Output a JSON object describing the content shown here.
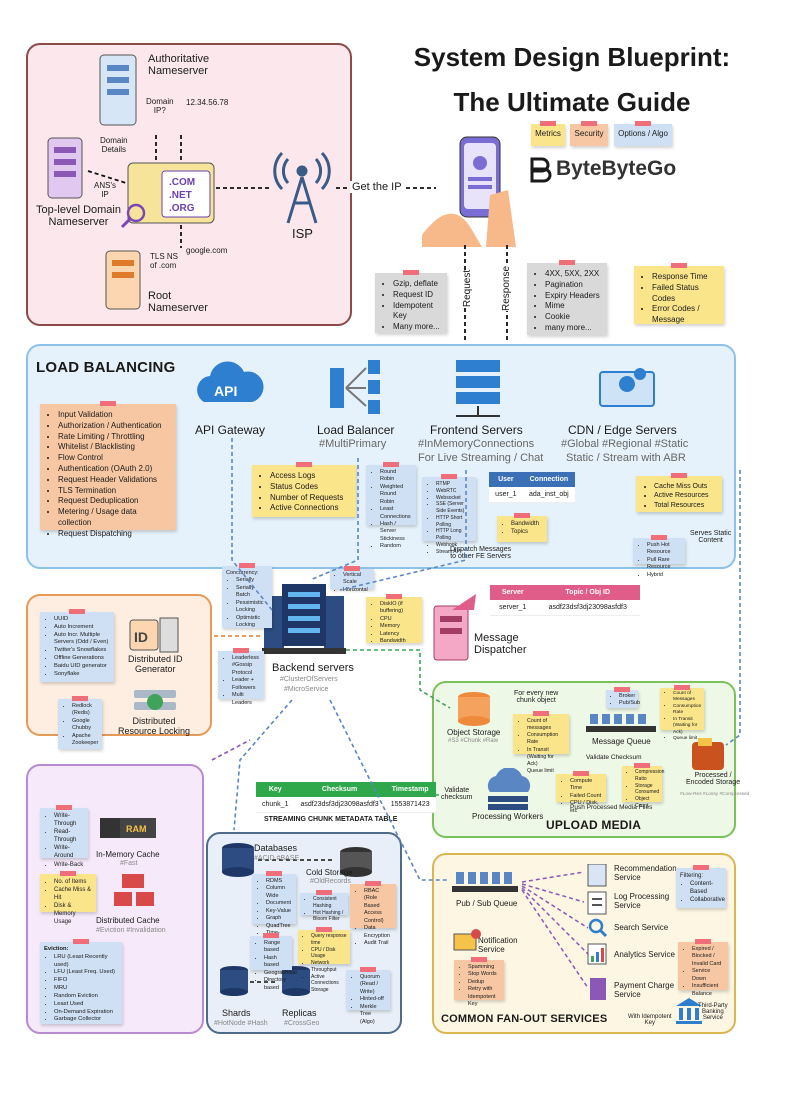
{
  "title": {
    "line1": "System Design Blueprint:",
    "line2": "The Ultimate Guide"
  },
  "legend": {
    "metrics": "Metrics",
    "security": "Security",
    "options": "Options / Algo"
  },
  "brand": "ByteByteGo",
  "dns": {
    "authoritative": "Authoritative\nNameserver",
    "tld": "Top-level Domain\nNameserver",
    "root": "Root\nNameserver",
    "domain_ip_q": "Domain\nIP?",
    "ip": "12.34.56.78",
    "domain_details": "Domain\nDetails",
    "ans_ip": "ANS's\nIP",
    "tls_ns": "TLS NS\nof .com",
    "google": "google.com",
    "tlds": [
      ".COM",
      ".NET",
      ".ORG"
    ],
    "isp": "ISP",
    "get_ip": "Get the IP"
  },
  "request_note": [
    "Gzip, deflate",
    "Request ID",
    "Idempotent Key",
    "Many more..."
  ],
  "response_note": [
    "4XX, 5XX, 2XX",
    "Pagination",
    "Expiry Headers",
    "Mime",
    "Cookie",
    "many more..."
  ],
  "metrics_note": [
    "Response Time",
    "Failed Status Codes",
    "Error Codes / Message"
  ],
  "request_label": "Request",
  "response_label": "Response",
  "lb": {
    "title": "LOAD BALANCING",
    "api_gateway": "API Gateway",
    "api_text": "API",
    "load_balancer": "Load Balancer",
    "lb_tag": "#MultiPrimary",
    "frontend": "Frontend Servers",
    "fe_tag1": "#InMemoryConnections",
    "fe_tag2": "For Live Streaming / Chat",
    "cdn": "CDN / Edge Servers",
    "cdn_tag1": "#Global #Regional #Static",
    "cdn_tag2": "Static / Stream with ABR",
    "security_note": [
      "Input Validation",
      "Authorization / Authentication",
      "Rate Limiting / Throttling",
      "Whitelist / Blacklisting",
      "Flow Control",
      "Authentication (OAuth 2.0)",
      "Request Header Validations",
      "TLS Termination",
      "Request Deduplication",
      "Metering / Usage data collection",
      "Request Dispatching"
    ],
    "access_note": [
      "Access Logs",
      "Status Codes",
      "Number of Requests",
      "Active Connections"
    ],
    "lb_algo": [
      "Round Robin",
      "Weighted Round Robin",
      "Least Connections",
      "Hash / Server Stickiness",
      "Random"
    ],
    "fe_protocols": [
      "RTMP",
      "WebRTC",
      "Websocket",
      "SSE (Server Side Events)",
      "HTTP Short Polling",
      "HTTP Long Polling",
      "Webhook",
      "Stream API"
    ],
    "conn_table": {
      "headers": [
        "User",
        "Connection"
      ],
      "rows": [
        [
          "user_1",
          "ada_inst_obj"
        ]
      ]
    },
    "bandwidth_note": [
      "Bandwidth",
      "Topics"
    ],
    "cdn_metrics": [
      "Cache Miss Outs",
      "Active Resources",
      "Total Resources"
    ],
    "cdn_push": [
      "Push Hot Resource",
      "Pull Rare Resource",
      "Hybrid"
    ],
    "serves_static": "Serves Static\nContent",
    "dispatch": "Dispatch Messages\nto other FE Servers"
  },
  "backend": {
    "label": "Backend servers",
    "tag1": "#ClusterOfServers",
    "tag2": "#MicroService",
    "concurrency": [
      "Concurrency:",
      "Serially",
      "Serially Batch",
      "Pessimistic Locking",
      "Optimistic Locking"
    ],
    "scale": [
      "Vertical Scale",
      "Horizontal"
    ],
    "metrics": [
      "DiskIO (if buffering)",
      "CPU",
      "Memory",
      "Latency",
      "Bandwidth"
    ],
    "leader": [
      "Leaderless #Gossip Protocol",
      "Leader + Followers",
      "Multi Leaders"
    ]
  },
  "message_dispatcher": {
    "label": "Message\nDispatcher",
    "table": {
      "headers": [
        "Server",
        "Topic / Obj ID"
      ],
      "rows": [
        [
          "server_1",
          "asdf23dsf3dj23098asfdf3"
        ]
      ]
    }
  },
  "idgen": {
    "list": [
      "UUID",
      "Auto Increment",
      "Auto Incr. Multiple Servers (Odd / Even)",
      "Twitter's Snowflakes",
      "Offline Generations",
      "Baidu UID generator",
      "Sonyflake"
    ],
    "label": "Distributed ID\nGenerator",
    "lock_list": [
      "Redlock (Redis)",
      "Google Chubby",
      "Apache Zookeeper"
    ],
    "lock_label": "Distributed\nResource Locking"
  },
  "upload": {
    "title": "UPLOAD MEDIA",
    "object_storage": "Object Storage",
    "os_tag": "#S3 #Chunk #Raw",
    "for_every": "For every new\nchunk object",
    "msg_queue": "Message Queue",
    "broker": [
      "Broker",
      "Pub/Sub"
    ],
    "count_note": [
      "Count of messages",
      "Consumption Rate",
      "In Transit (Waiting for Ack)",
      "Queue limit"
    ],
    "right_note": [
      "Count of Messages",
      "Consumption Rate",
      "In Transit (Waiting for Ack)",
      "Queue limit"
    ],
    "validate": "Validate Checksum",
    "validate2": "Validate\nchecksum",
    "compute_note": [
      "Compute Time",
      "Failed Count",
      "CPU / Disk, etc"
    ],
    "compression": [
      "Compression Ratio",
      "Storage Consumed",
      "Object Count"
    ],
    "processed": "Processed /\nEncoded Storage",
    "processed_tag": "#Low-Res #Lossy #Compressed",
    "push": "Push Processed Media Files",
    "workers": "Processing Workers"
  },
  "chunk_table": {
    "headers": [
      "Key",
      "Checksum",
      "Timestamp"
    ],
    "rows": [
      [
        "chunk_1",
        "asdf23dsf3dj23098asfdf3",
        "1553871423"
      ]
    ],
    "caption": "STREAMING CHUNK METADATA TABLE"
  },
  "cache": {
    "write": [
      "Write-Through",
      "Read-Through",
      "Write-Around",
      "Write-Back"
    ],
    "inmem": "In-Memory Cache",
    "inmem_tag": "#Fast",
    "ram": "RAM",
    "metrics": [
      "No. of Items",
      "Cache Miss & Hit",
      "Disk & Memory Usage"
    ],
    "dist": "Distributed Cache",
    "dist_tag": "#Eviction #Invalidation",
    "eviction": [
      "Eviction:",
      "LRU (Least Recently used)",
      "LFU (Least Freq. Used)",
      "FIFO",
      "MRU",
      "Random Eviction",
      "Least Used",
      "On-Demand Expiration",
      "Garbage Collector"
    ]
  },
  "db": {
    "databases": "Databases",
    "db_tag": "#ACID #BASE",
    "cold": "Cold Storage",
    "cold_tag": "#OldRecords",
    "types": [
      "RDMS",
      "Column Wide",
      "Document",
      "Key-Value",
      "Graph",
      "QuadTree",
      "Time-series"
    ],
    "hashing": [
      "Consistent Hashing",
      "Hot Hashing / Bloom Filter"
    ],
    "rbac": [
      "RBAC (Role Based Access Control)",
      "Data Encryption",
      "Audit Trail"
    ],
    "sharding": [
      "Range based",
      "Hash based",
      "Geographical",
      "Directory based"
    ],
    "query": [
      "Query response time",
      "CPU / Disk Usage",
      "Network Throughput",
      "Active Connections",
      "Storage"
    ],
    "quorum": [
      "Quorum (Read / Write)",
      "Hinted-off",
      "Merkle Tree (Algo)"
    ],
    "shards": "Shards",
    "shards_tag": "#HotNode #Hash",
    "replicas": "Replicas",
    "replicas_tag": "#CrossGeo"
  },
  "fanout": {
    "title": "COMMON FAN-OUT SERVICES",
    "pubsub": "Pub / Sub Queue",
    "recommendation": "Recommendation\nService",
    "log": "Log Processing\nService",
    "search": "Search Service",
    "analytics": "Analytics Service",
    "notification": "Notification\nService",
    "payment": "Payment Charge\nService",
    "with_idem": "With Idempotent\nKey",
    "third_party": "Third-Party\nBanking\nService",
    "filtering": [
      "Filtering:",
      "Content-Based",
      "Collaborative"
    ],
    "expired": [
      "Expired / Blocked / Invalid Card",
      "Service Down",
      "Insufficient Balance"
    ],
    "spam": [
      "Spamming",
      "Stop Words",
      "Dedup",
      "Retry with Idempotent Key"
    ]
  },
  "colors": {
    "dns_bg": "#fce8ec",
    "dns_border": "#8a4b4b",
    "lb_bg": "#e6f2fb",
    "lb_border": "#8cc2e8",
    "id_bg": "#fdeee1",
    "id_border": "#e79a58",
    "up_bg": "#eef8e6",
    "up_border": "#7cc25a",
    "cache_bg": "#f6eafa",
    "cache_border": "#b78bd0",
    "db_bg": "#e8eff8",
    "db_border": "#4f6b8a",
    "fan_bg": "#fdf6e3",
    "fan_border": "#d9b64f"
  }
}
